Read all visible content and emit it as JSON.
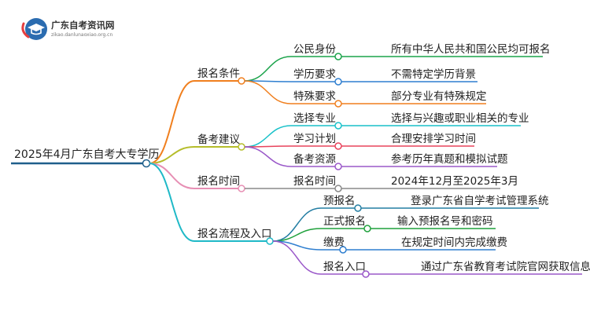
{
  "logo": {
    "name": "广东自考资讯网",
    "url_text": "zikao.danlunaoxiao.org.cn"
  },
  "root": {
    "label": "2025年4月广东自考大专学历",
    "color": "#1f5f8b"
  },
  "branches": [
    {
      "label": "报名条件",
      "color": "#f07f1e",
      "children": [
        {
          "label": "公民身份",
          "color": "#1aa34a",
          "leaf": "所有中华人民共和国公民均可报名"
        },
        {
          "label": "学历要求",
          "color": "#2f7fd0",
          "leaf": "不需特定学历背景"
        },
        {
          "label": "特殊要求",
          "color": "#f07f1e",
          "leaf": "部分专业有特殊规定"
        }
      ]
    },
    {
      "label": "备考建议",
      "color": "#b5bd2a",
      "children": [
        {
          "label": "选择专业",
          "color": "#18c1c9",
          "leaf": "选择与兴趣或职业相关的专业"
        },
        {
          "label": "学习计划",
          "color": "#e8435c",
          "leaf": "合理安排学习时间"
        },
        {
          "label": "备考资源",
          "color": "#9a58c9",
          "leaf": "参考历年真题和模拟试题"
        }
      ]
    },
    {
      "label": "报名时间",
      "color": "#e78fb4",
      "children": [
        {
          "label": "报名时间",
          "color": "#888888",
          "leaf": "2024年12月至2025年3月"
        }
      ]
    },
    {
      "label": "报名流程及入口",
      "color": "#1fb9c7",
      "children": [
        {
          "label": "预报名",
          "color": "#247ea3",
          "leaf": "登录广东省自学考试管理系统"
        },
        {
          "label": "正式报名",
          "color": "#1fa13c",
          "leaf": "输入预报名号和密码"
        },
        {
          "label": "缴费",
          "color": "#2f7fd0",
          "leaf": "在规定时间内完成缴费"
        },
        {
          "label": "报名入口",
          "color": "#9a58c9",
          "leaf": "通过广东省教育考试院官网获取信息"
        }
      ]
    }
  ]
}
